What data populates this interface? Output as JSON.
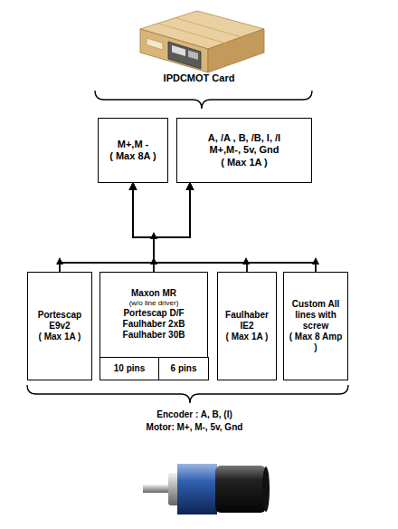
{
  "diagram": {
    "nodes": [
      {
        "text": [
          "M+,M -",
          "( Max 8A )"
        ]
      },
      {
        "text": [
          "A, /A , B, /B, I, /I M+,M-, 5v, Gnd",
          "( Max 1A )"
        ]
      },
      {
        "text": [
          "Portescap E9v2",
          "( Max 1A )"
        ]
      },
      {
        "text": [
          "Maxon MR",
          "(w/o line driver)",
          "Portescap D/F Faulhaber 2xB Faulhaber 30B"
        ]
      },
      {
        "text": [
          "10 pins"
        ],
        "in": 3
      },
      {
        "text": [
          "6 pins"
        ],
        "in": 3
      },
      {
        "text": [
          "Faulhaber IE2",
          "( Max 1A )"
        ]
      },
      {
        "text": [
          "Custom All lines with screw",
          "( Max 8 Amp )"
        ]
      }
    ],
    "edges": [
      {
        "from": 2,
        "to": 0,
        "arrow": "to"
      },
      {
        "from": 2,
        "to": 1,
        "arrow": "to"
      },
      {
        "from": 3,
        "to": 0,
        "arrow": "to"
      },
      {
        "from": 3,
        "to": 1,
        "arrow": "to"
      },
      {
        "from": 6,
        "to": 0,
        "arrow": "to"
      },
      {
        "from": 6,
        "to": 1,
        "arrow": "to"
      },
      {
        "from": 7,
        "to": 0,
        "arrow": "to"
      },
      {
        "from": 7,
        "to": 1,
        "arrow": "to"
      }
    ],
    "labels": [
      "IPDCMOT Card",
      "Encoder : A, B, (I)",
      "Motor: M+, M-, 5v, Gnd"
    ]
  }
}
